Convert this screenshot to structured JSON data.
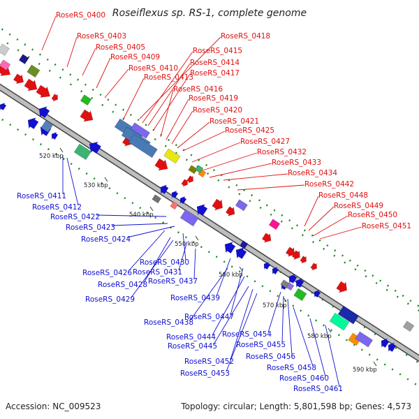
{
  "title": "Roseiflexus sp. RS-1, complete genome",
  "footer": {
    "accession": "Accession: NC_009523",
    "summary": "Topology: circular; Length: 5,801,598 bp; Genes: 4,573"
  },
  "ticks": [
    "520 kbp",
    "530 kbp",
    "540 kbp",
    "550 kbp",
    "560 kbp",
    "570 kbp",
    "580 kbp",
    "590 kbp"
  ],
  "forward_genes": [
    "RoseRS_0400",
    "RoseRS_0403",
    "RoseRS_0405",
    "RoseRS_0409",
    "RoseRS_0410",
    "RoseRS_0413",
    "RoseRS_0418",
    "RoseRS_0415",
    "RoseRS_0414",
    "RoseRS_0417",
    "RoseRS_0416",
    "RoseRS_0419",
    "RoseRS_0420",
    "RoseRS_0421",
    "RoseRS_0425",
    "RoseRS_0427",
    "RoseRS_0432",
    "RoseRS_0433",
    "RoseRS_0434",
    "RoseRS_0442",
    "RoseRS_0448",
    "RoseRS_0449",
    "RoseRS_0450",
    "RoseRS_0451"
  ],
  "reverse_genes": [
    "RoseRS_0411",
    "RoseRS_0412",
    "RoseRS_0422",
    "RoseRS_0423",
    "RoseRS_0424",
    "RoseRS_0426",
    "RoseRS_0430",
    "RoseRS_0428",
    "RoseRS_0431",
    "RoseRS_0437",
    "RoseRS_0429",
    "RoseRS_0439",
    "RoseRS_0438",
    "RoseRS_0447",
    "RoseRS_0444",
    "RoseRS_0454",
    "RoseRS_0445",
    "RoseRS_0455",
    "RoseRS_0452",
    "RoseRS_0456",
    "RoseRS_0453",
    "RoseRS_0458",
    "RoseRS_0460",
    "RoseRS_0461"
  ],
  "colors": {
    "forward": "#e01010",
    "reverse": "#1010d0",
    "backbone": "#9a9a9a",
    "gc_skew": "#1a8a1a"
  }
}
